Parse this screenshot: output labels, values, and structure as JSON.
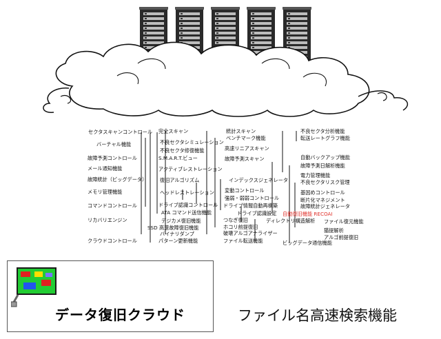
{
  "diagram": {
    "left_items": [
      "セクタスキャンコントロール",
      "バーチャル機能",
      "故障予測コントロール",
      "メール通知機能",
      "故障統計（ビッグデータ）",
      "メモリ管理機能",
      "コマンドコントロール",
      "リカバリエンジン",
      "クラウドコントロール"
    ],
    "mid_items": [
      "完全スキャン",
      "不良セクタシミュレーション",
      "不良セクタ修復機能",
      "S.M.A.R.T.ビュー",
      "アクティブレストレーション",
      "復旧アルゴリズム",
      "ヘッドレストレーション",
      "ドライブ認識コントロール",
      "ATA コマンド送信機能",
      "デジカメ復旧機能",
      "SSD 高速故障復旧機能",
      "バイナリダンプ",
      "パターン更新機能"
    ],
    "center_items": [
      "統計スキャン",
      "ベンチマーク機能",
      "高速リニアスキャン",
      "故障予測スキャン",
      "インデックスジェネレータ",
      "変動コントロール",
      "強弱・弱弱コントロール",
      "ドライブ情報自動再構築",
      "ドライブ認識設定",
      "つなぎ復旧",
      "ホコリ前提復旧",
      "破壊アルゴアナライザー",
      "ファイル転送機能",
      "ディレクトリ構造解析",
      "ビッグデータ通信機能"
    ],
    "right_items": [
      "不良セクタ分析機能",
      "転送レートグラフ機能",
      "自動バックアップ機能",
      "故障予測日解析機能",
      "電力管理機能",
      "不良セクタリスク管理",
      "基因めコントロール",
      "断片化マネジメント",
      "故障統計ジェネレータ",
      "ファイル復元機能",
      "猫提解析",
      "アルゴ前提復旧"
    ],
    "highlight_item": "自動復旧機能 RECOAI"
  },
  "brand": {
    "title": "データ復旧クラウド"
  },
  "caption": "ファイル名高速検索機能",
  "colors": {
    "server": "#2a2a2a",
    "cloud_fill": "#ffffff",
    "cloud_stroke": "#111111",
    "board_green": "#22cc33",
    "highlight": "#e0302a"
  }
}
